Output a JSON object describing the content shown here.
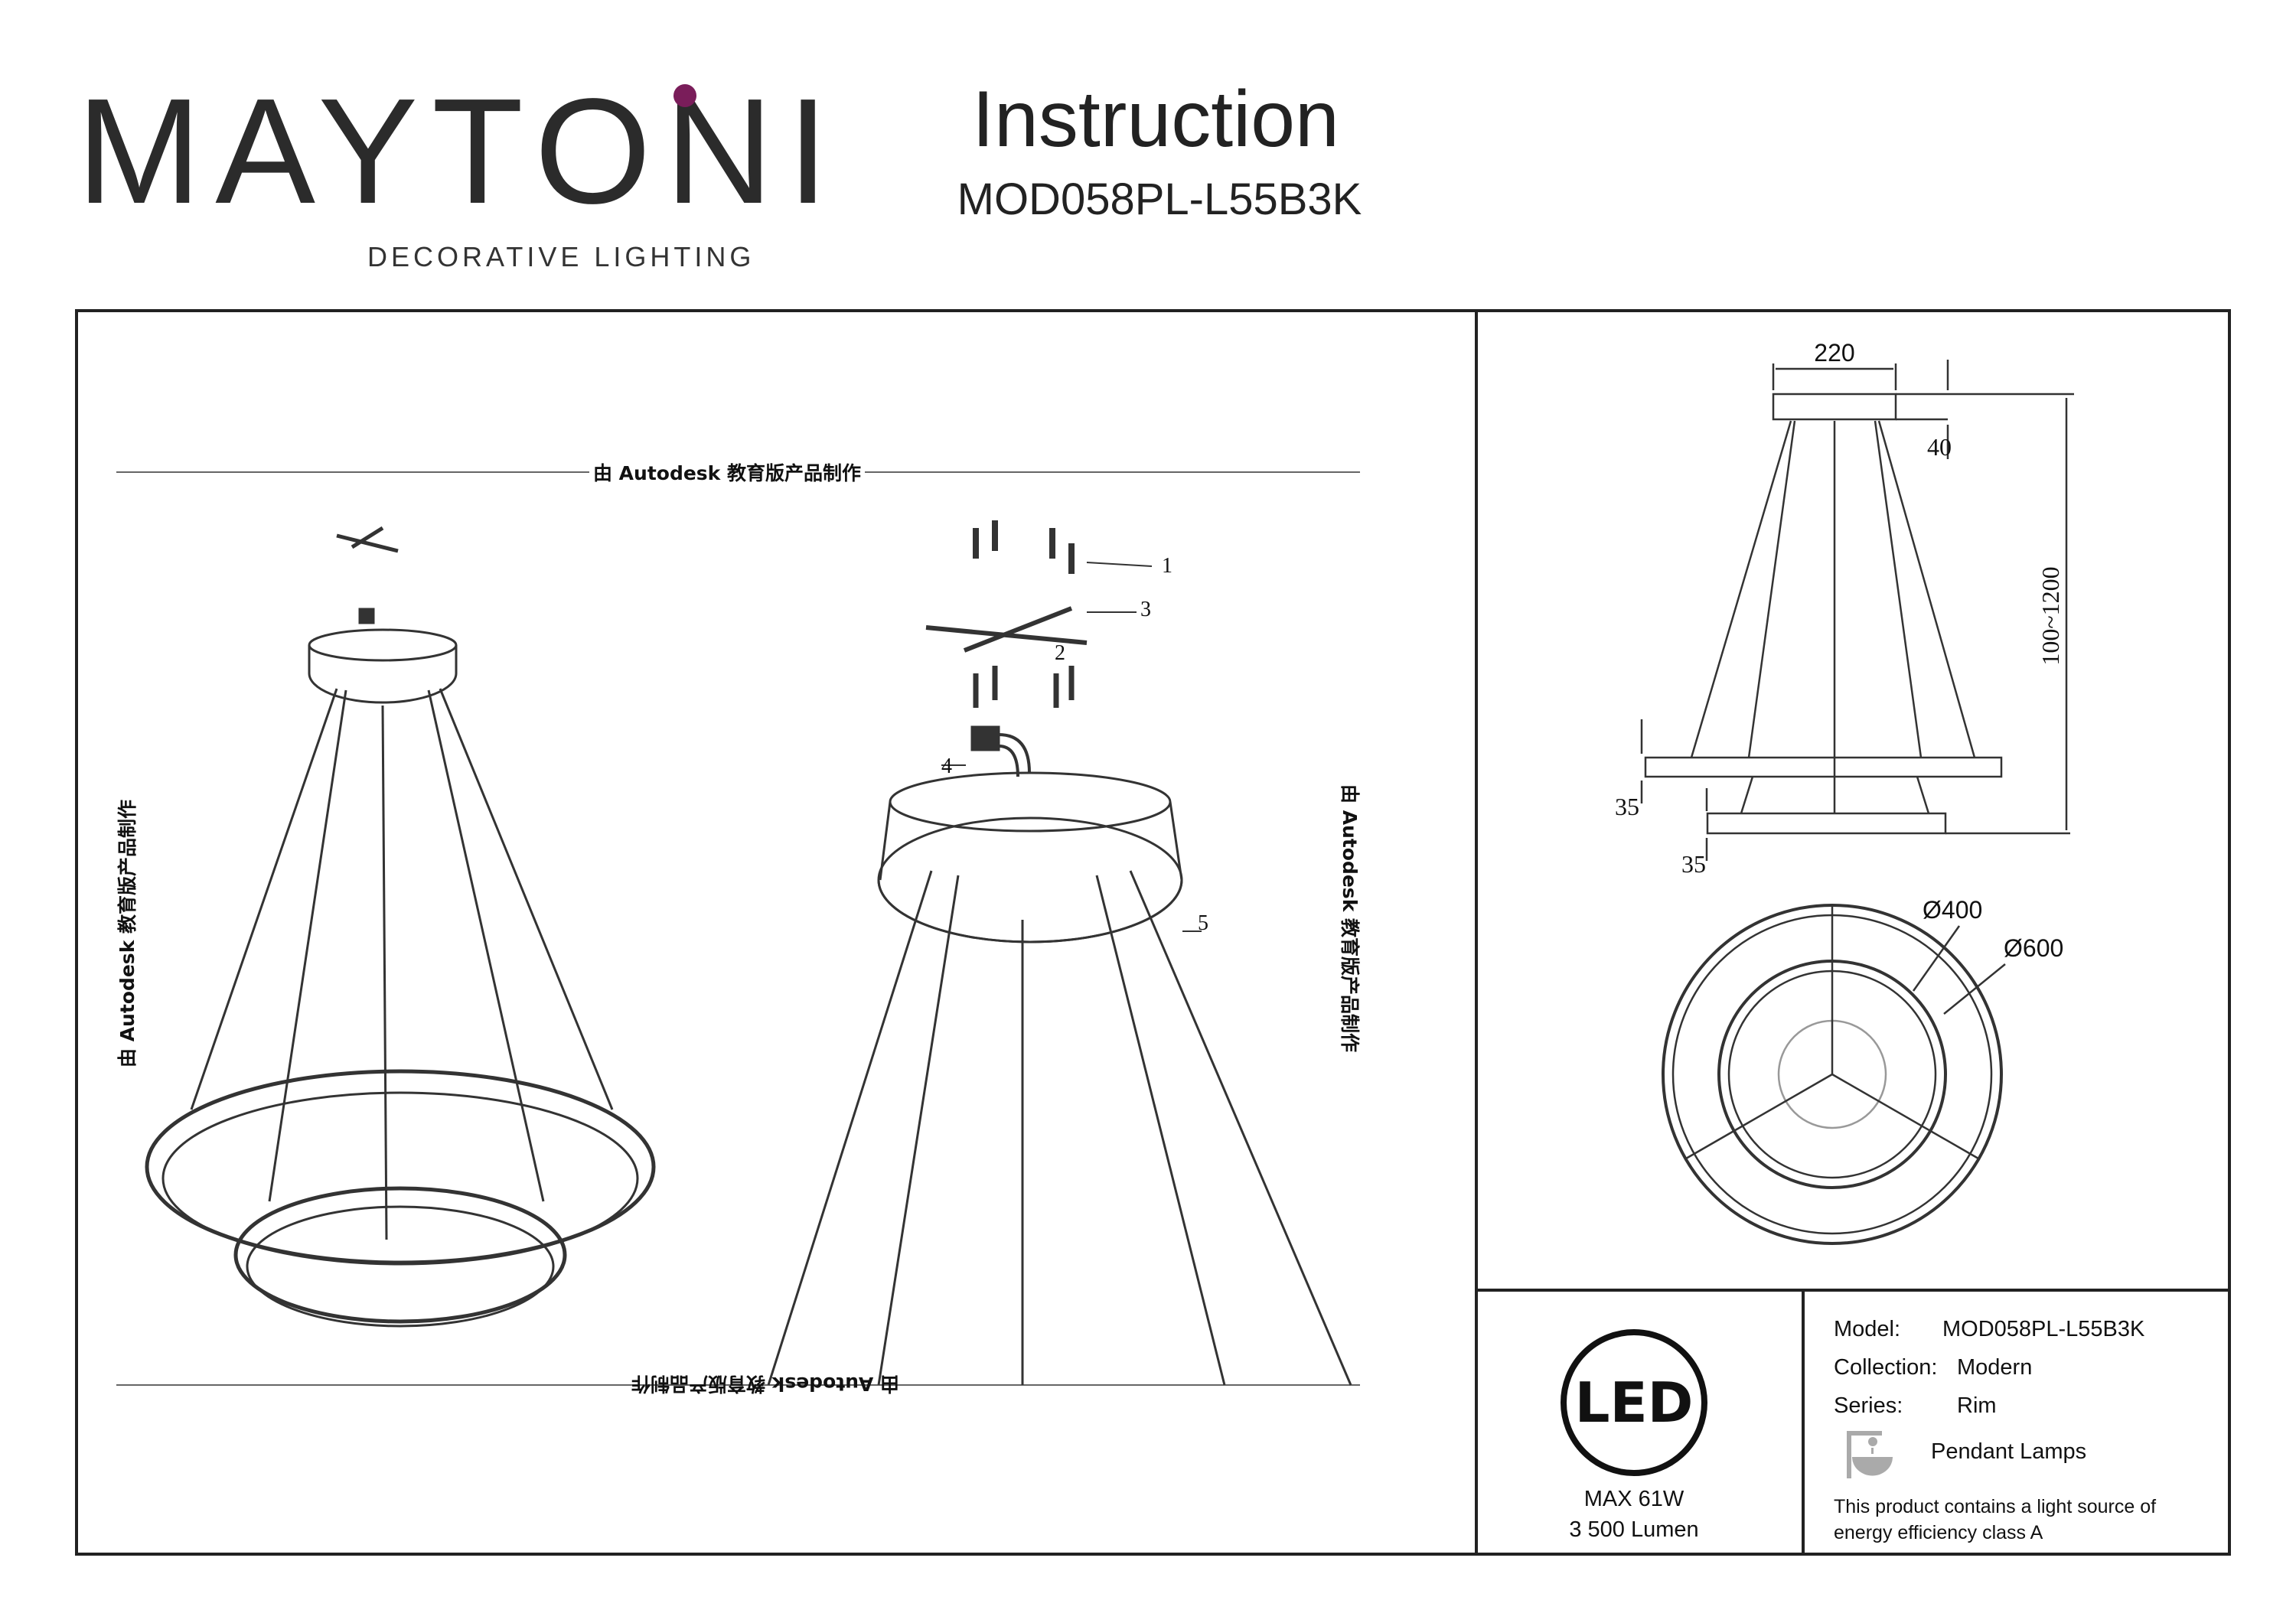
{
  "brand": {
    "name": "MAYTONI",
    "tagline": "DECORATIVE LIGHTING",
    "accent_color": "#7a1d5a"
  },
  "header": {
    "title": "Instruction",
    "model": "MOD058PL-L55B3K"
  },
  "watermark": "由 Autodesk 教育版产品制作",
  "assembly": {
    "part_labels": [
      "1",
      "2",
      "3",
      "4",
      "5"
    ]
  },
  "dimensions": {
    "canopy_width": "220",
    "canopy_height": "40",
    "suspension_length": "100~1200",
    "ring_outer_height": "35",
    "ring_inner_height": "35",
    "ring_inner_diameter": "Ø400",
    "ring_outer_diameter": "Ø600"
  },
  "specs": {
    "led_label": "LED",
    "power": "MAX 61W",
    "lumen": "3 500 Lumen",
    "model_label": "Model:",
    "model_value": "MOD058PL-L55B3K",
    "collection_label": "Collection:",
    "collection_value": "Modern",
    "series_label": "Series:",
    "series_value": "Rim",
    "category": "Pendant Lamps",
    "energy_line1": "This product contains a light source of",
    "energy_line2": "energy efficiency class A"
  }
}
